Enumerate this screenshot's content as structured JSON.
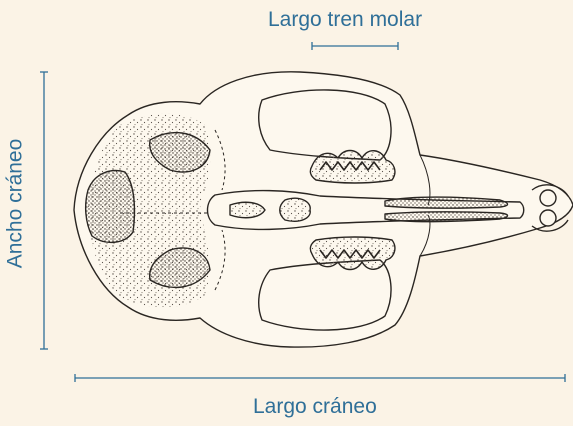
{
  "labels": {
    "molar_row_length": "Largo tren molar",
    "skull_width": "Ancho cráneo",
    "skull_length": "Largo cráneo"
  },
  "colors": {
    "background": "#fbf3e6",
    "label": "#2f6f98",
    "measure_line": "#2f6f98",
    "ink": "#2a2622",
    "stipple": "#5a524a"
  },
  "illustration": "skull-ventral-view"
}
